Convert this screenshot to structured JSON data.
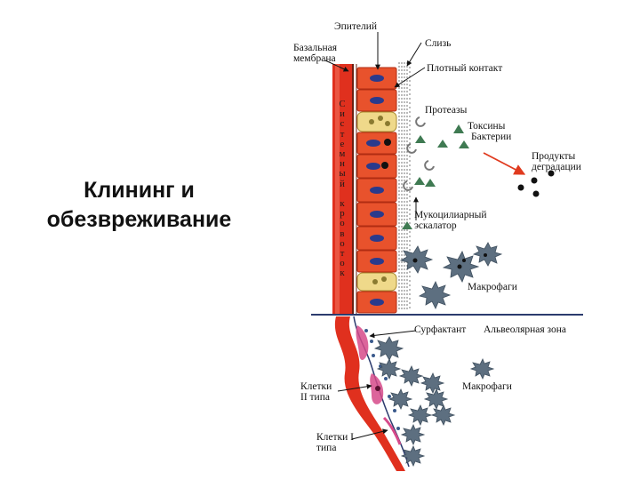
{
  "title": "Клининг и обезвреживание",
  "labels": {
    "epithelium": "Эпителий",
    "basal_membrane": "Базальная мембрана",
    "mucus": "Слизь",
    "tight_junction": "Плотный контакт",
    "proteases": "Протеазы",
    "toxins": "Токсины",
    "bacteria": "Бактерии",
    "degradation_products": "Продукты деградации",
    "mucociliary_escalator": "Мукоцилиарный эскалатор",
    "macrophages_upper": "Макрофаги",
    "surfactant": "Сурфактант",
    "alveolar_zone": "Альвеолярная зона",
    "type2_cells": "Клетки II типа",
    "macrophages_lower": "Макрофаги",
    "type1_cells": "Клетки I типа",
    "blood_flow_vertical": "Системный кровоток"
  },
  "colors": {
    "cell_fill": "#e8522c",
    "cell_stroke": "#b02c12",
    "nucleus": "#2a3a8c",
    "vessel": "#e0301e",
    "toxin": "#3f7a52",
    "macrophage": "#5d6f80",
    "alveolar_line": "#2c3b6e",
    "arrow": "#e03a1e",
    "goblet": "#efd98a",
    "type2_cell": "#d64a8a"
  }
}
